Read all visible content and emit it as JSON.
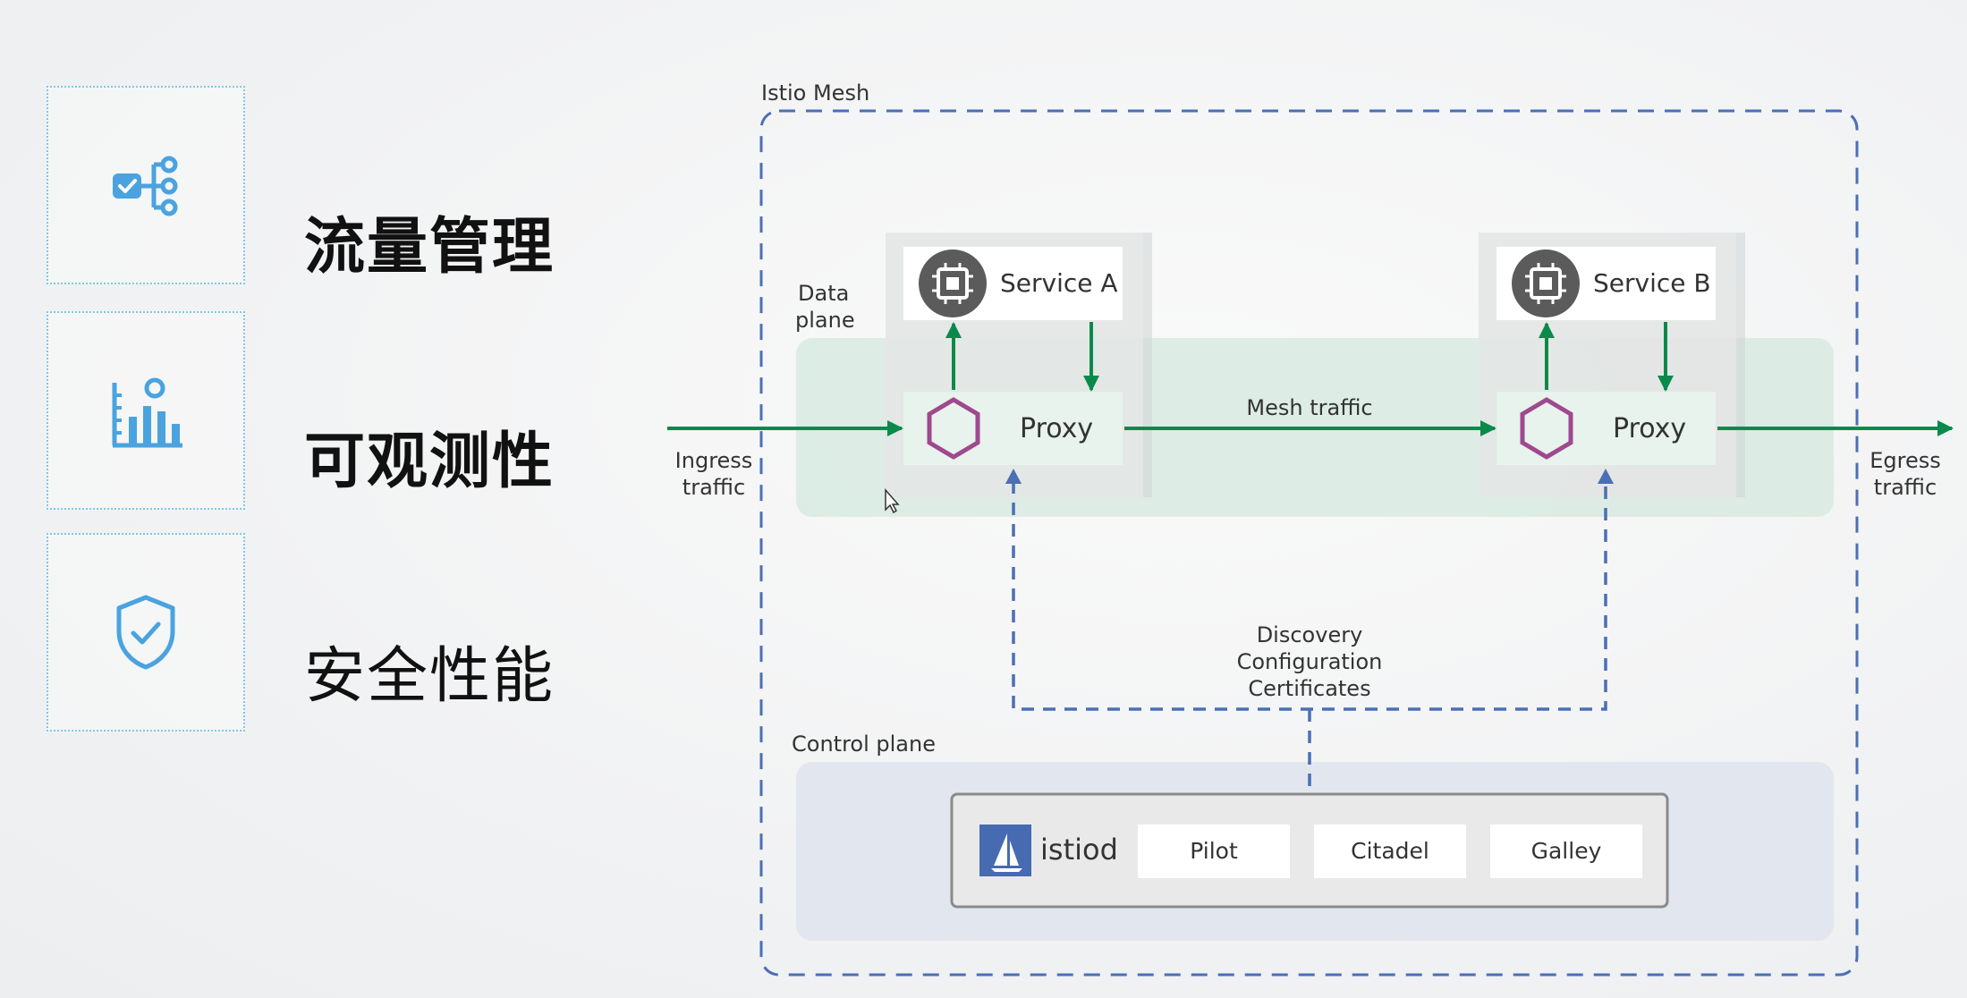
{
  "features": [
    {
      "label": "流量管理",
      "icon": "traffic-management-icon"
    },
    {
      "label": "可观测性",
      "icon": "observability-icon"
    },
    {
      "label": "安全性能",
      "icon": "security-shield-icon"
    }
  ],
  "diagram": {
    "mesh_title": "Istio Mesh",
    "data_plane_label": [
      "Data",
      "plane"
    ],
    "control_plane_label": "Control plane",
    "service_a": "Service A",
    "service_b": "Service B",
    "proxy_label": "Proxy",
    "mesh_traffic": "Mesh traffic",
    "ingress": [
      "Ingress",
      "traffic"
    ],
    "egress": [
      "Egress",
      "traffic"
    ],
    "control_flows": [
      "Discovery",
      "Configuration",
      "Certificates"
    ],
    "istiod": "istiod",
    "components": [
      "Pilot",
      "Citadel",
      "Galley"
    ]
  },
  "colors": {
    "accent_icon": "#4aa3df",
    "traffic_green": "#0a8a4a",
    "dashed_blue": "#4a6fb5",
    "proxy_hex": "#a0488f",
    "data_plane_bg": "#d9ebe2",
    "control_plane_bg": "#e2e6ee"
  }
}
